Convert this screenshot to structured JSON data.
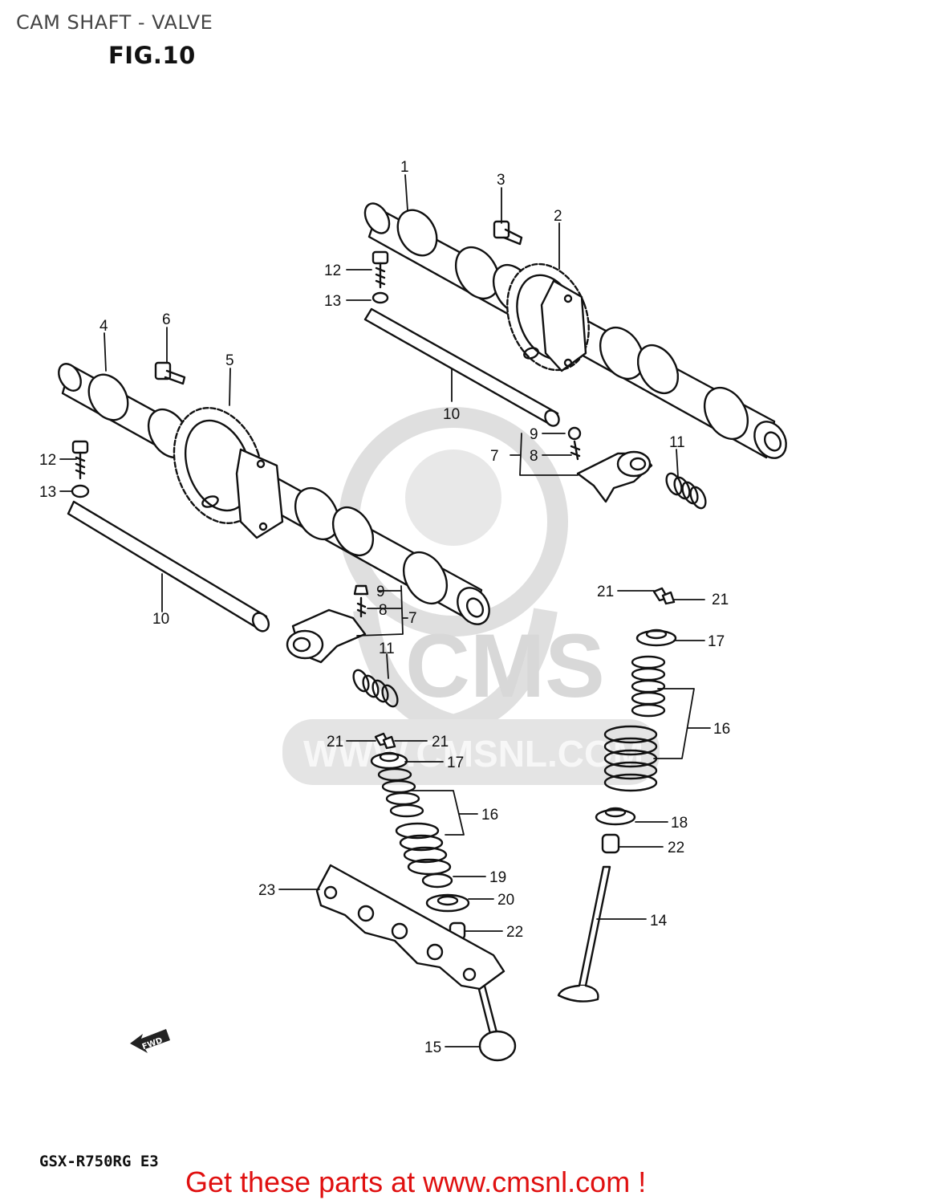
{
  "title": "CAM SHAFT - VALVE",
  "figure": "FIG.10",
  "model_code": "GSX-R750RG E3",
  "promo": "Get these parts at www.cmsnl.com !",
  "watermark": {
    "text": "CMS",
    "url_text": "WWW.CMSNL.COM",
    "color": "#d7d7d7"
  },
  "fwd_marker": "FWD",
  "callouts": {
    "c1": "1",
    "c2": "2",
    "c3": "3",
    "c4": "4",
    "c5": "5",
    "c6": "6",
    "c7a": "7",
    "c7b": "7",
    "c8a": "8",
    "c8b": "8",
    "c9a": "9",
    "c9b": "9",
    "c10a": "10",
    "c10b": "10",
    "c11a": "11",
    "c11b": "11",
    "c12a": "12",
    "c12b": "12",
    "c13a": "13",
    "c13b": "13",
    "c14": "14",
    "c15": "15",
    "c16a": "16",
    "c16b": "16",
    "c17a": "17",
    "c17b": "17",
    "c18": "18",
    "c19": "19",
    "c20": "20",
    "c21a": "21",
    "c21b": "21",
    "c21c": "21",
    "c21d": "21",
    "c22a": "22",
    "c22b": "22",
    "c23": "23"
  }
}
